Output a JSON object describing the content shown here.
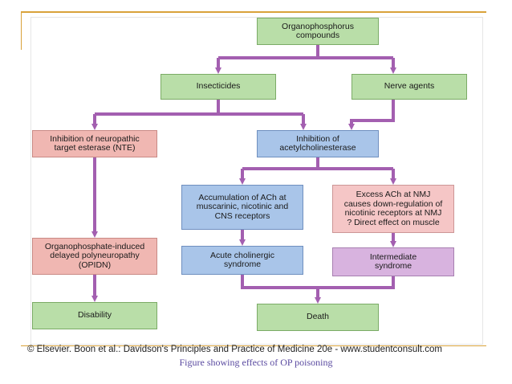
{
  "diagram": {
    "nodes": {
      "op_compounds": "Organophosphorus\ncompounds",
      "insecticides": "Insecticides",
      "nerve_agents": "Nerve agents",
      "nte": "Inhibition of neuropathic\ntarget esterase (NTE)",
      "ache": "Inhibition of\nacetylcholinesterase",
      "ach_accum": "Accumulation of ACh at\nmuscarinic, nicotinic and\nCNS receptors",
      "excess_ach": "Excess ACh at NMJ\ncauses down-regulation of\nnicotinic receptors at NMJ\n? Direct effect on muscle",
      "opidn": "Organophosphate-induced\ndelayed polyneuropathy\n(OPIDN)",
      "acute": "Acute cholinergic\nsyndrome",
      "intermediate": "Intermediate\nsyndrome",
      "disability": "Disability",
      "death": "Death"
    },
    "colors": {
      "green": "#b9dea8",
      "pink": "#f0b7b2",
      "blue": "#a9c5e9",
      "mauve": "#d8b3df",
      "arrow": "#a35fb0",
      "rule": "#d9a23a"
    }
  },
  "credit": "© Elsevier. Boon et al.: Davidson's Principles and Practice of Medicine 20e - www.studentconsult.com",
  "caption": "Figure showing effects of OP poisoning"
}
